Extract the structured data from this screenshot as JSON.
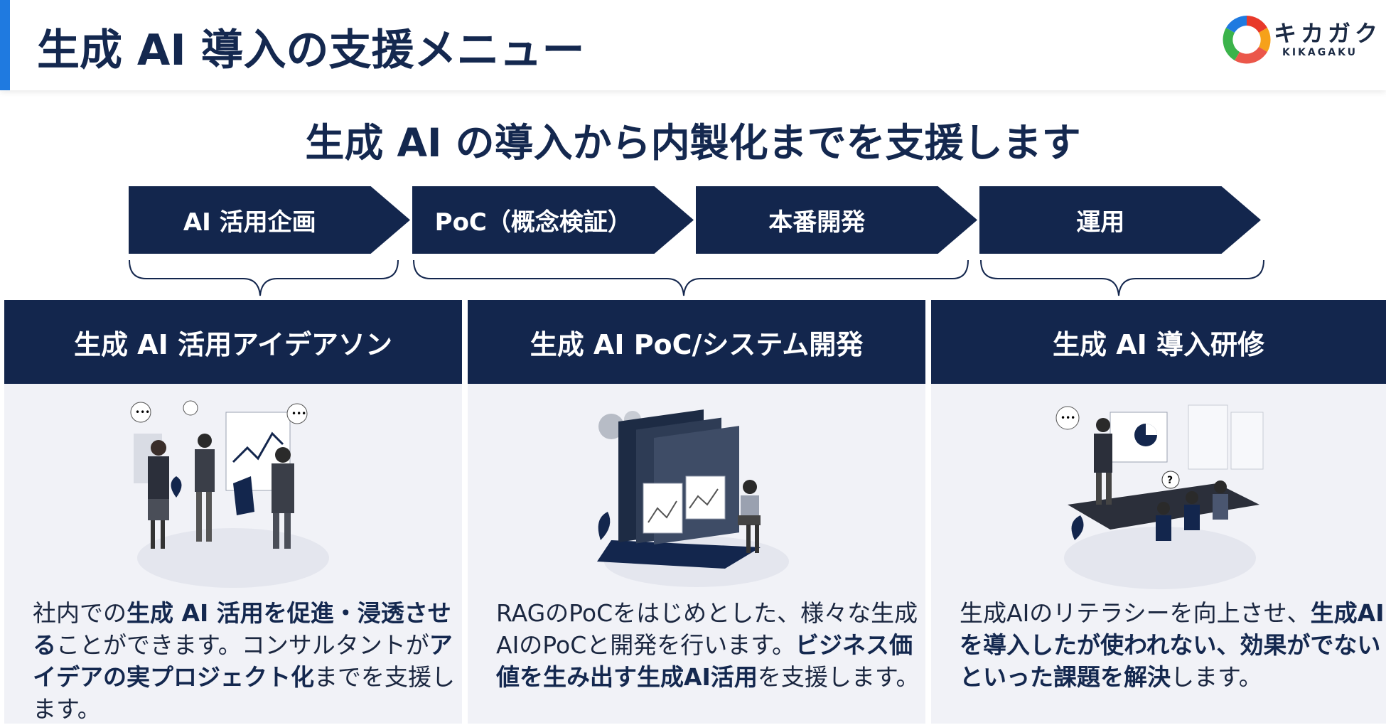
{
  "header": {
    "title": "生成 AI 導入の支援メニュー",
    "logo": {
      "name_jp": "キカガク",
      "name_en": "KIKAGAKU",
      "colors": [
        "#e8392a",
        "#f6a11a",
        "#3bb34a",
        "#1f7ae0"
      ]
    }
  },
  "subtitle": "生成 AI の導入から内製化までを支援します",
  "steps": [
    {
      "label": "AI 活用企画"
    },
    {
      "label": "PoC（概念検証）"
    },
    {
      "label": "本番開発"
    },
    {
      "label": "運用"
    }
  ],
  "columns": [
    {
      "title": "生成 AI 活用アイデアソン",
      "illustration": "people-brainstorm-illustration",
      "desc": [
        {
          "text": "社内での",
          "bold": false
        },
        {
          "text": "生成 AI 活用を促進・浸透させる",
          "bold": true
        },
        {
          "text": "ことができます。コンサルタントが",
          "bold": false
        },
        {
          "text": "アイデアの実プロジェクト化",
          "bold": true
        },
        {
          "text": "までを支援します。",
          "bold": false
        }
      ]
    },
    {
      "title": "生成 AI PoC/システム開発",
      "illustration": "developer-screens-illustration",
      "desc": [
        {
          "text": "RAGのPoCをはじめとした、様々な生成AIのPoCと開発を行います。",
          "bold": false
        },
        {
          "text": "ビジネス価値を生み出す生成AI活用",
          "bold": true
        },
        {
          "text": "を支援します。",
          "bold": false
        }
      ]
    },
    {
      "title": "生成 AI 導入研修",
      "illustration": "training-presentation-illustration",
      "desc": [
        {
          "text": "生成AIのリテラシーを向上させ、",
          "bold": false
        },
        {
          "text": "生成AIを導入したが使われない、効果がでないといった課題を解決",
          "bold": true
        },
        {
          "text": "します。",
          "bold": false
        }
      ]
    }
  ],
  "colors": {
    "navy": "#13264d",
    "accent": "#1f7ae0",
    "panel": "#f1f2f7"
  }
}
